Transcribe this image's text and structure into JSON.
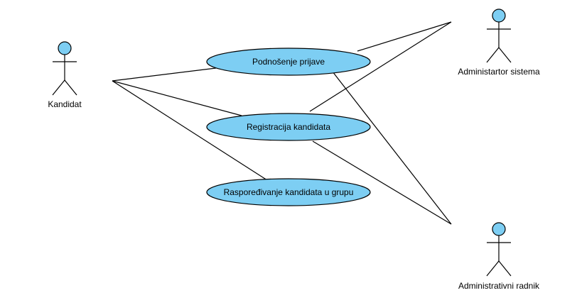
{
  "diagram": {
    "type": "use-case",
    "colors": {
      "fill": "#7dcef3",
      "stroke": "#000000",
      "background": "#ffffff",
      "text": "#000000"
    },
    "actors": [
      {
        "id": "kandidat",
        "label": "Kandidat"
      },
      {
        "id": "admin-sistema",
        "label": "Administartor sistema"
      },
      {
        "id": "admin-radnik",
        "label": "Administrativni radnik"
      }
    ],
    "use_cases": [
      {
        "id": "podnosenje",
        "label": "Podnošenje prijave"
      },
      {
        "id": "registracija",
        "label": "Registracija kandidata"
      },
      {
        "id": "rasporedjivanje",
        "label": "Raspoređivanje kandidata u grupu"
      }
    ],
    "associations": [
      {
        "from": "kandidat",
        "to": "podnosenje"
      },
      {
        "from": "kandidat",
        "to": "registracija"
      },
      {
        "from": "kandidat",
        "to": "rasporedjivanje"
      },
      {
        "from": "admin-sistema",
        "to": "podnosenje"
      },
      {
        "from": "admin-sistema",
        "to": "registracija"
      },
      {
        "from": "admin-radnik",
        "to": "podnosenje"
      },
      {
        "from": "admin-radnik",
        "to": "registracija"
      }
    ]
  }
}
